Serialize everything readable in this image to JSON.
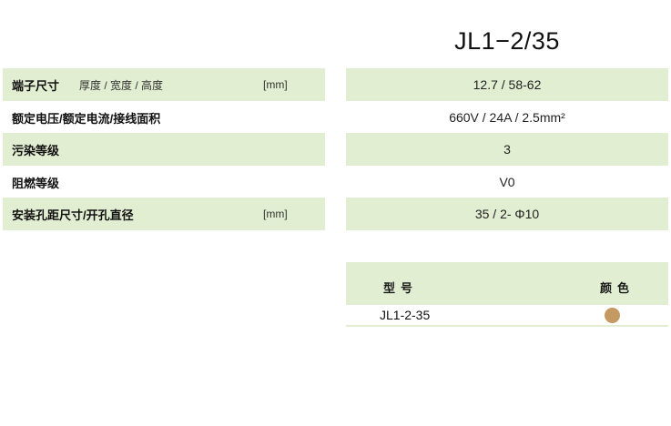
{
  "title": "JL1−2/35",
  "specs": [
    {
      "label": "端子尺寸",
      "sub": "厚度 / 宽度 / 高度",
      "unit": "[mm]",
      "value": "12.7 / 58-62",
      "shaded": true
    },
    {
      "label": "额定电压/额定电流/接线面积",
      "sub": "",
      "unit": "",
      "value": "660V / 24A / 2.5mm²",
      "shaded": false
    },
    {
      "label": "污染等级",
      "sub": "",
      "unit": "",
      "value": "3",
      "shaded": true
    },
    {
      "label": "阻燃等级",
      "sub": "",
      "unit": "",
      "value": "V0",
      "shaded": false
    },
    {
      "label": "安装孔距尺寸/开孔直径",
      "sub": "",
      "unit": "[mm]",
      "value": "35 / 2- Φ10",
      "shaded": true
    }
  ],
  "color_table": {
    "headers": {
      "model": "型号",
      "color": "颜色"
    },
    "rows": [
      {
        "model": "JL1-2-35",
        "color_hex": "#c49a62"
      }
    ]
  },
  "colors": {
    "row_shade": "#e2eed2",
    "swatch": "#c49a62"
  }
}
